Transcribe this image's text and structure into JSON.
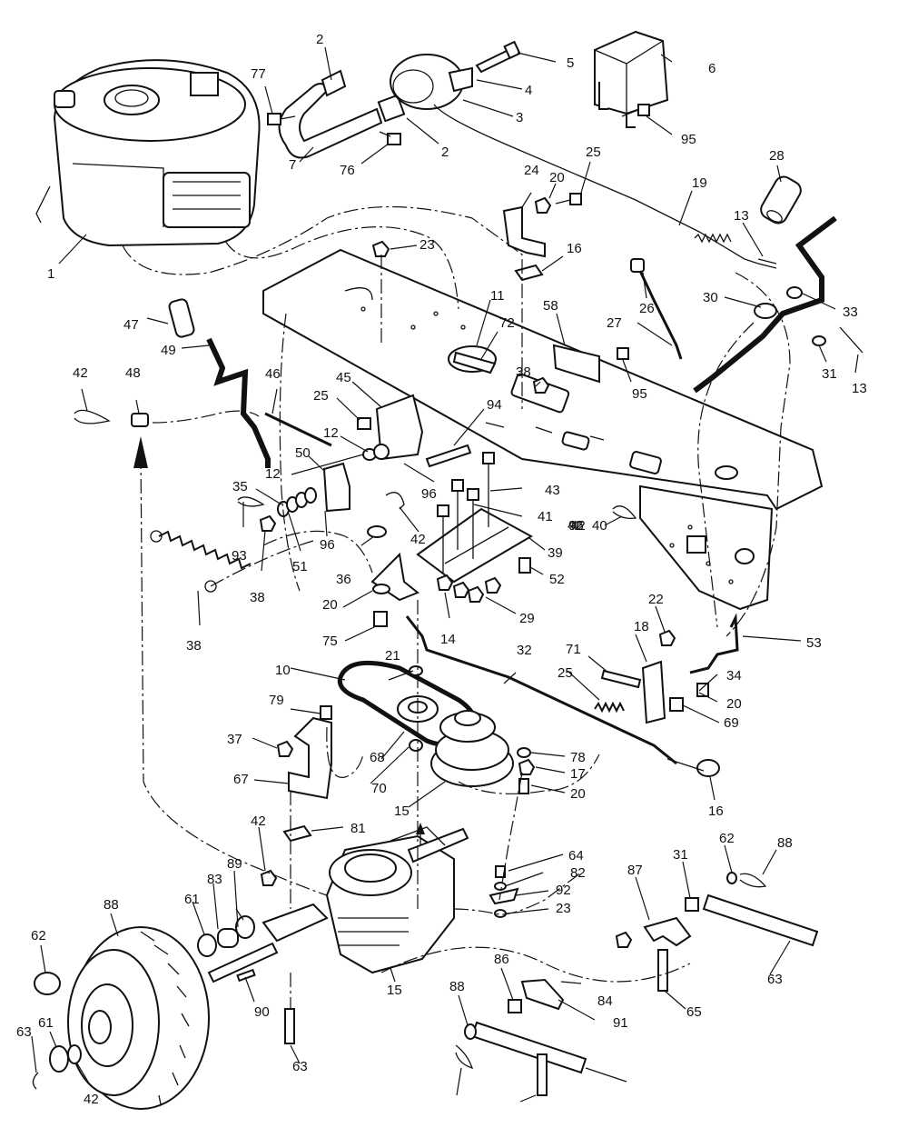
{
  "callouts": [
    {
      "id": "1",
      "text": "1"
    },
    {
      "id": "2a",
      "text": "2"
    },
    {
      "id": "77",
      "text": "77"
    },
    {
      "id": "5",
      "text": "5"
    },
    {
      "id": "6",
      "text": "6"
    },
    {
      "id": "4",
      "text": "4"
    },
    {
      "id": "3",
      "text": "3"
    },
    {
      "id": "2b",
      "text": "2"
    },
    {
      "id": "76",
      "text": "76"
    },
    {
      "id": "7",
      "text": "7"
    },
    {
      "id": "95a",
      "text": "95"
    },
    {
      "id": "28",
      "text": "28"
    },
    {
      "id": "25a",
      "text": "25"
    },
    {
      "id": "24",
      "text": "24"
    },
    {
      "id": "20a",
      "text": "20"
    },
    {
      "id": "19",
      "text": "19"
    },
    {
      "id": "23a",
      "text": "23"
    },
    {
      "id": "16a",
      "text": "16"
    },
    {
      "id": "13a",
      "text": "13"
    },
    {
      "id": "58",
      "text": "58"
    },
    {
      "id": "26",
      "text": "26"
    },
    {
      "id": "30",
      "text": "30"
    },
    {
      "id": "33",
      "text": "33"
    },
    {
      "id": "27",
      "text": "27"
    },
    {
      "id": "11",
      "text": "11"
    },
    {
      "id": "72",
      "text": "72"
    },
    {
      "id": "47",
      "text": "47"
    },
    {
      "id": "49",
      "text": "49"
    },
    {
      "id": "38a",
      "text": "38"
    },
    {
      "id": "95b",
      "text": "95"
    },
    {
      "id": "31a",
      "text": "31"
    },
    {
      "id": "13b",
      "text": "13"
    },
    {
      "id": "42a",
      "text": "42"
    },
    {
      "id": "48",
      "text": "48"
    },
    {
      "id": "46",
      "text": "46"
    },
    {
      "id": "45",
      "text": "45"
    },
    {
      "id": "25b",
      "text": "25"
    },
    {
      "id": "94",
      "text": "94"
    },
    {
      "id": "12a",
      "text": "12"
    },
    {
      "id": "50",
      "text": "50"
    },
    {
      "id": "96a",
      "text": "96"
    },
    {
      "id": "12b",
      "text": "12"
    },
    {
      "id": "35",
      "text": "35"
    },
    {
      "id": "43",
      "text": "43"
    },
    {
      "id": "41",
      "text": "41"
    },
    {
      "id": "42b",
      "text": "42"
    },
    {
      "id": "42c",
      "text": "42"
    },
    {
      "id": "96b",
      "text": "96"
    },
    {
      "id": "42d",
      "text": "42"
    },
    {
      "id": "40",
      "text": "40"
    },
    {
      "id": "96c",
      "text": "96"
    },
    {
      "id": "93",
      "text": "93"
    },
    {
      "id": "39",
      "text": "39"
    },
    {
      "id": "36",
      "text": "36"
    },
    {
      "id": "51",
      "text": "51"
    },
    {
      "id": "52",
      "text": "52"
    },
    {
      "id": "38b",
      "text": "38"
    },
    {
      "id": "38c",
      "text": "38"
    },
    {
      "id": "20b",
      "text": "20"
    },
    {
      "id": "14",
      "text": "14"
    },
    {
      "id": "29",
      "text": "29"
    },
    {
      "id": "22",
      "text": "22"
    },
    {
      "id": "75",
      "text": "75"
    },
    {
      "id": "53",
      "text": "53"
    },
    {
      "id": "18",
      "text": "18"
    },
    {
      "id": "71",
      "text": "71"
    },
    {
      "id": "21",
      "text": "21"
    },
    {
      "id": "32",
      "text": "32"
    },
    {
      "id": "10",
      "text": "10"
    },
    {
      "id": "25c",
      "text": "25"
    },
    {
      "id": "34",
      "text": "34"
    },
    {
      "id": "20c",
      "text": "20"
    },
    {
      "id": "79",
      "text": "79"
    },
    {
      "id": "69",
      "text": "69"
    },
    {
      "id": "37",
      "text": "37"
    },
    {
      "id": "68",
      "text": "68"
    },
    {
      "id": "78",
      "text": "78"
    },
    {
      "id": "67",
      "text": "67"
    },
    {
      "id": "17",
      "text": "17"
    },
    {
      "id": "70",
      "text": "70"
    },
    {
      "id": "20d",
      "text": "20"
    },
    {
      "id": "16b",
      "text": "16"
    },
    {
      "id": "15a",
      "text": "15"
    },
    {
      "id": "42e",
      "text": "42"
    },
    {
      "id": "81",
      "text": "81"
    },
    {
      "id": "62a",
      "text": "62"
    },
    {
      "id": "88a",
      "text": "88"
    },
    {
      "id": "64",
      "text": "64"
    },
    {
      "id": "31b",
      "text": "31"
    },
    {
      "id": "89",
      "text": "89"
    },
    {
      "id": "87",
      "text": "87"
    },
    {
      "id": "82",
      "text": "82"
    },
    {
      "id": "88b",
      "text": "88"
    },
    {
      "id": "83",
      "text": "83"
    },
    {
      "id": "92",
      "text": "92"
    },
    {
      "id": "61a",
      "text": "61"
    },
    {
      "id": "23b",
      "text": "23"
    },
    {
      "id": "62b",
      "text": "62"
    },
    {
      "id": "63a",
      "text": "63"
    },
    {
      "id": "84",
      "text": "84"
    },
    {
      "id": "86",
      "text": "86"
    },
    {
      "id": "65",
      "text": "65"
    },
    {
      "id": "15b",
      "text": "15"
    },
    {
      "id": "90",
      "text": "90"
    },
    {
      "id": "91",
      "text": "91"
    },
    {
      "id": "88c",
      "text": "88"
    },
    {
      "id": "63b",
      "text": "63"
    },
    {
      "id": "61b",
      "text": "61"
    },
    {
      "id": "42f",
      "text": "42"
    },
    {
      "id": "63c",
      "text": "63"
    }
  ]
}
